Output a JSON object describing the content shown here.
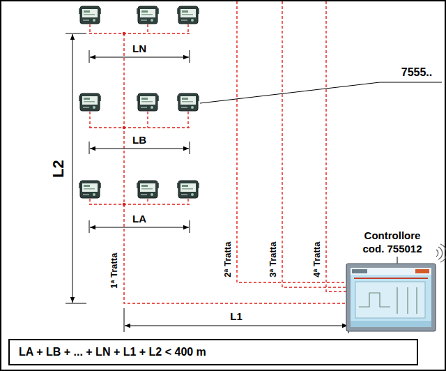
{
  "diagram": {
    "nodes": [
      {
        "text": [
          "Controllore cod. 755012"
        ]
      },
      {
        "text": [
          "LA + LB + ... + LN + L1 + L2 < 400 m"
        ]
      }
    ],
    "labels": [
      "LN",
      "7555..",
      "LB",
      "LA",
      "L2",
      "1ª Tratta",
      "2ª Tratta",
      "3ª Tratta",
      "4ª Tratta",
      "L1"
    ]
  }
}
